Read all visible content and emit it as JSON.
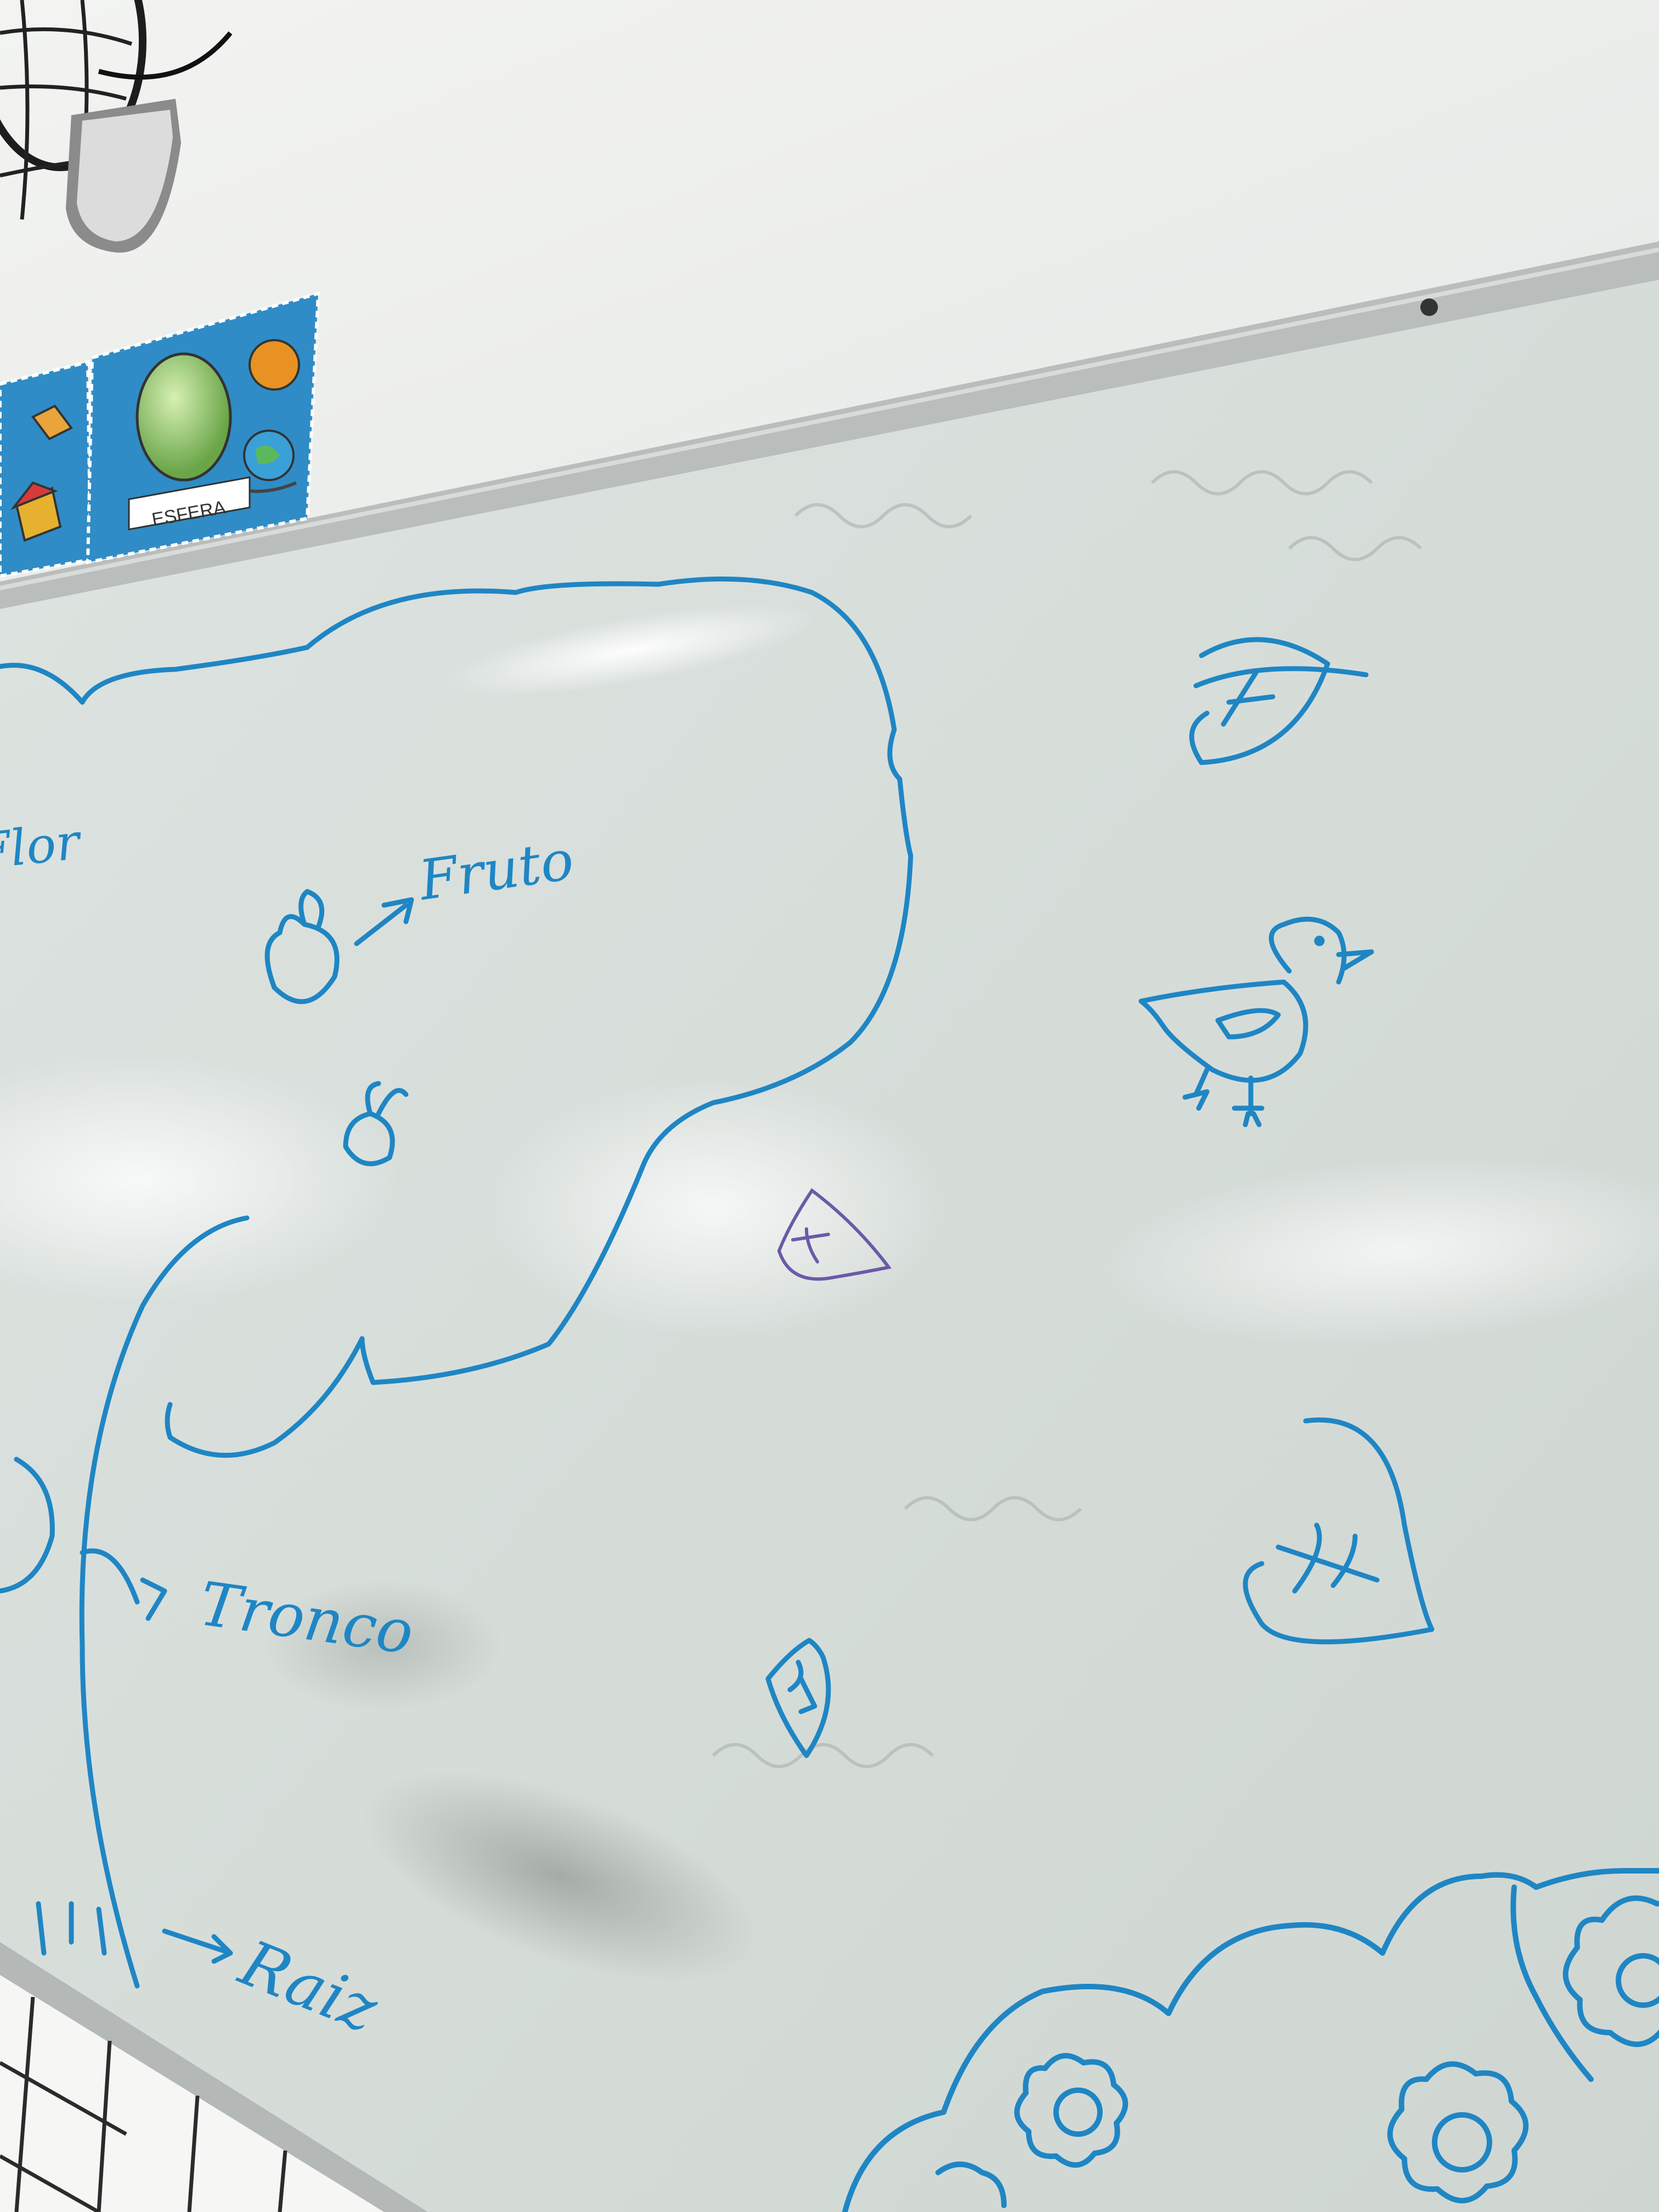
{
  "poster": {
    "label": "ESFERA"
  },
  "board": {
    "labels": {
      "flor": "Flor",
      "fruto": "Fruto",
      "tronco": "Tronco",
      "raiz": "Raiz"
    }
  },
  "colors": {
    "wall": "#eef0ee",
    "board": "#dfe5e2",
    "marker": "#1f86c4",
    "purple_marker": "#6a5aa8",
    "frame": "#b7bbbb",
    "poster_bg": "#2f8cc6"
  }
}
